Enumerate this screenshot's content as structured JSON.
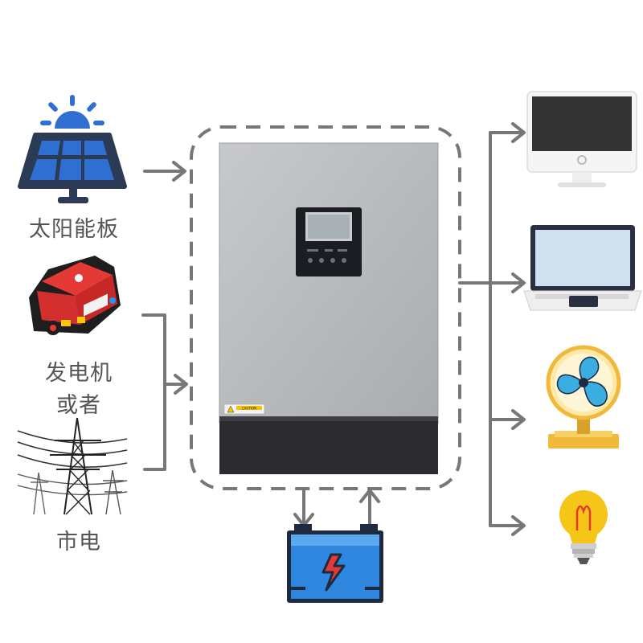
{
  "labels": {
    "solar": "太阳能板",
    "generator": "发电机",
    "or": "或者",
    "grid": "市电"
  },
  "inverter": {
    "caution_label": "CAUTION"
  },
  "colors": {
    "arrow": "#777777",
    "dashed_border": "#777777",
    "inverter_body": "#b9bbbd",
    "inverter_base": "#2b2b30",
    "solar_panel": "#2f6fd1",
    "battery": "#2e86de",
    "generator": "#e53935",
    "fan_blade": "#3aaee0",
    "fan_base": "#f0b93a",
    "bulb": "#f5c518"
  }
}
